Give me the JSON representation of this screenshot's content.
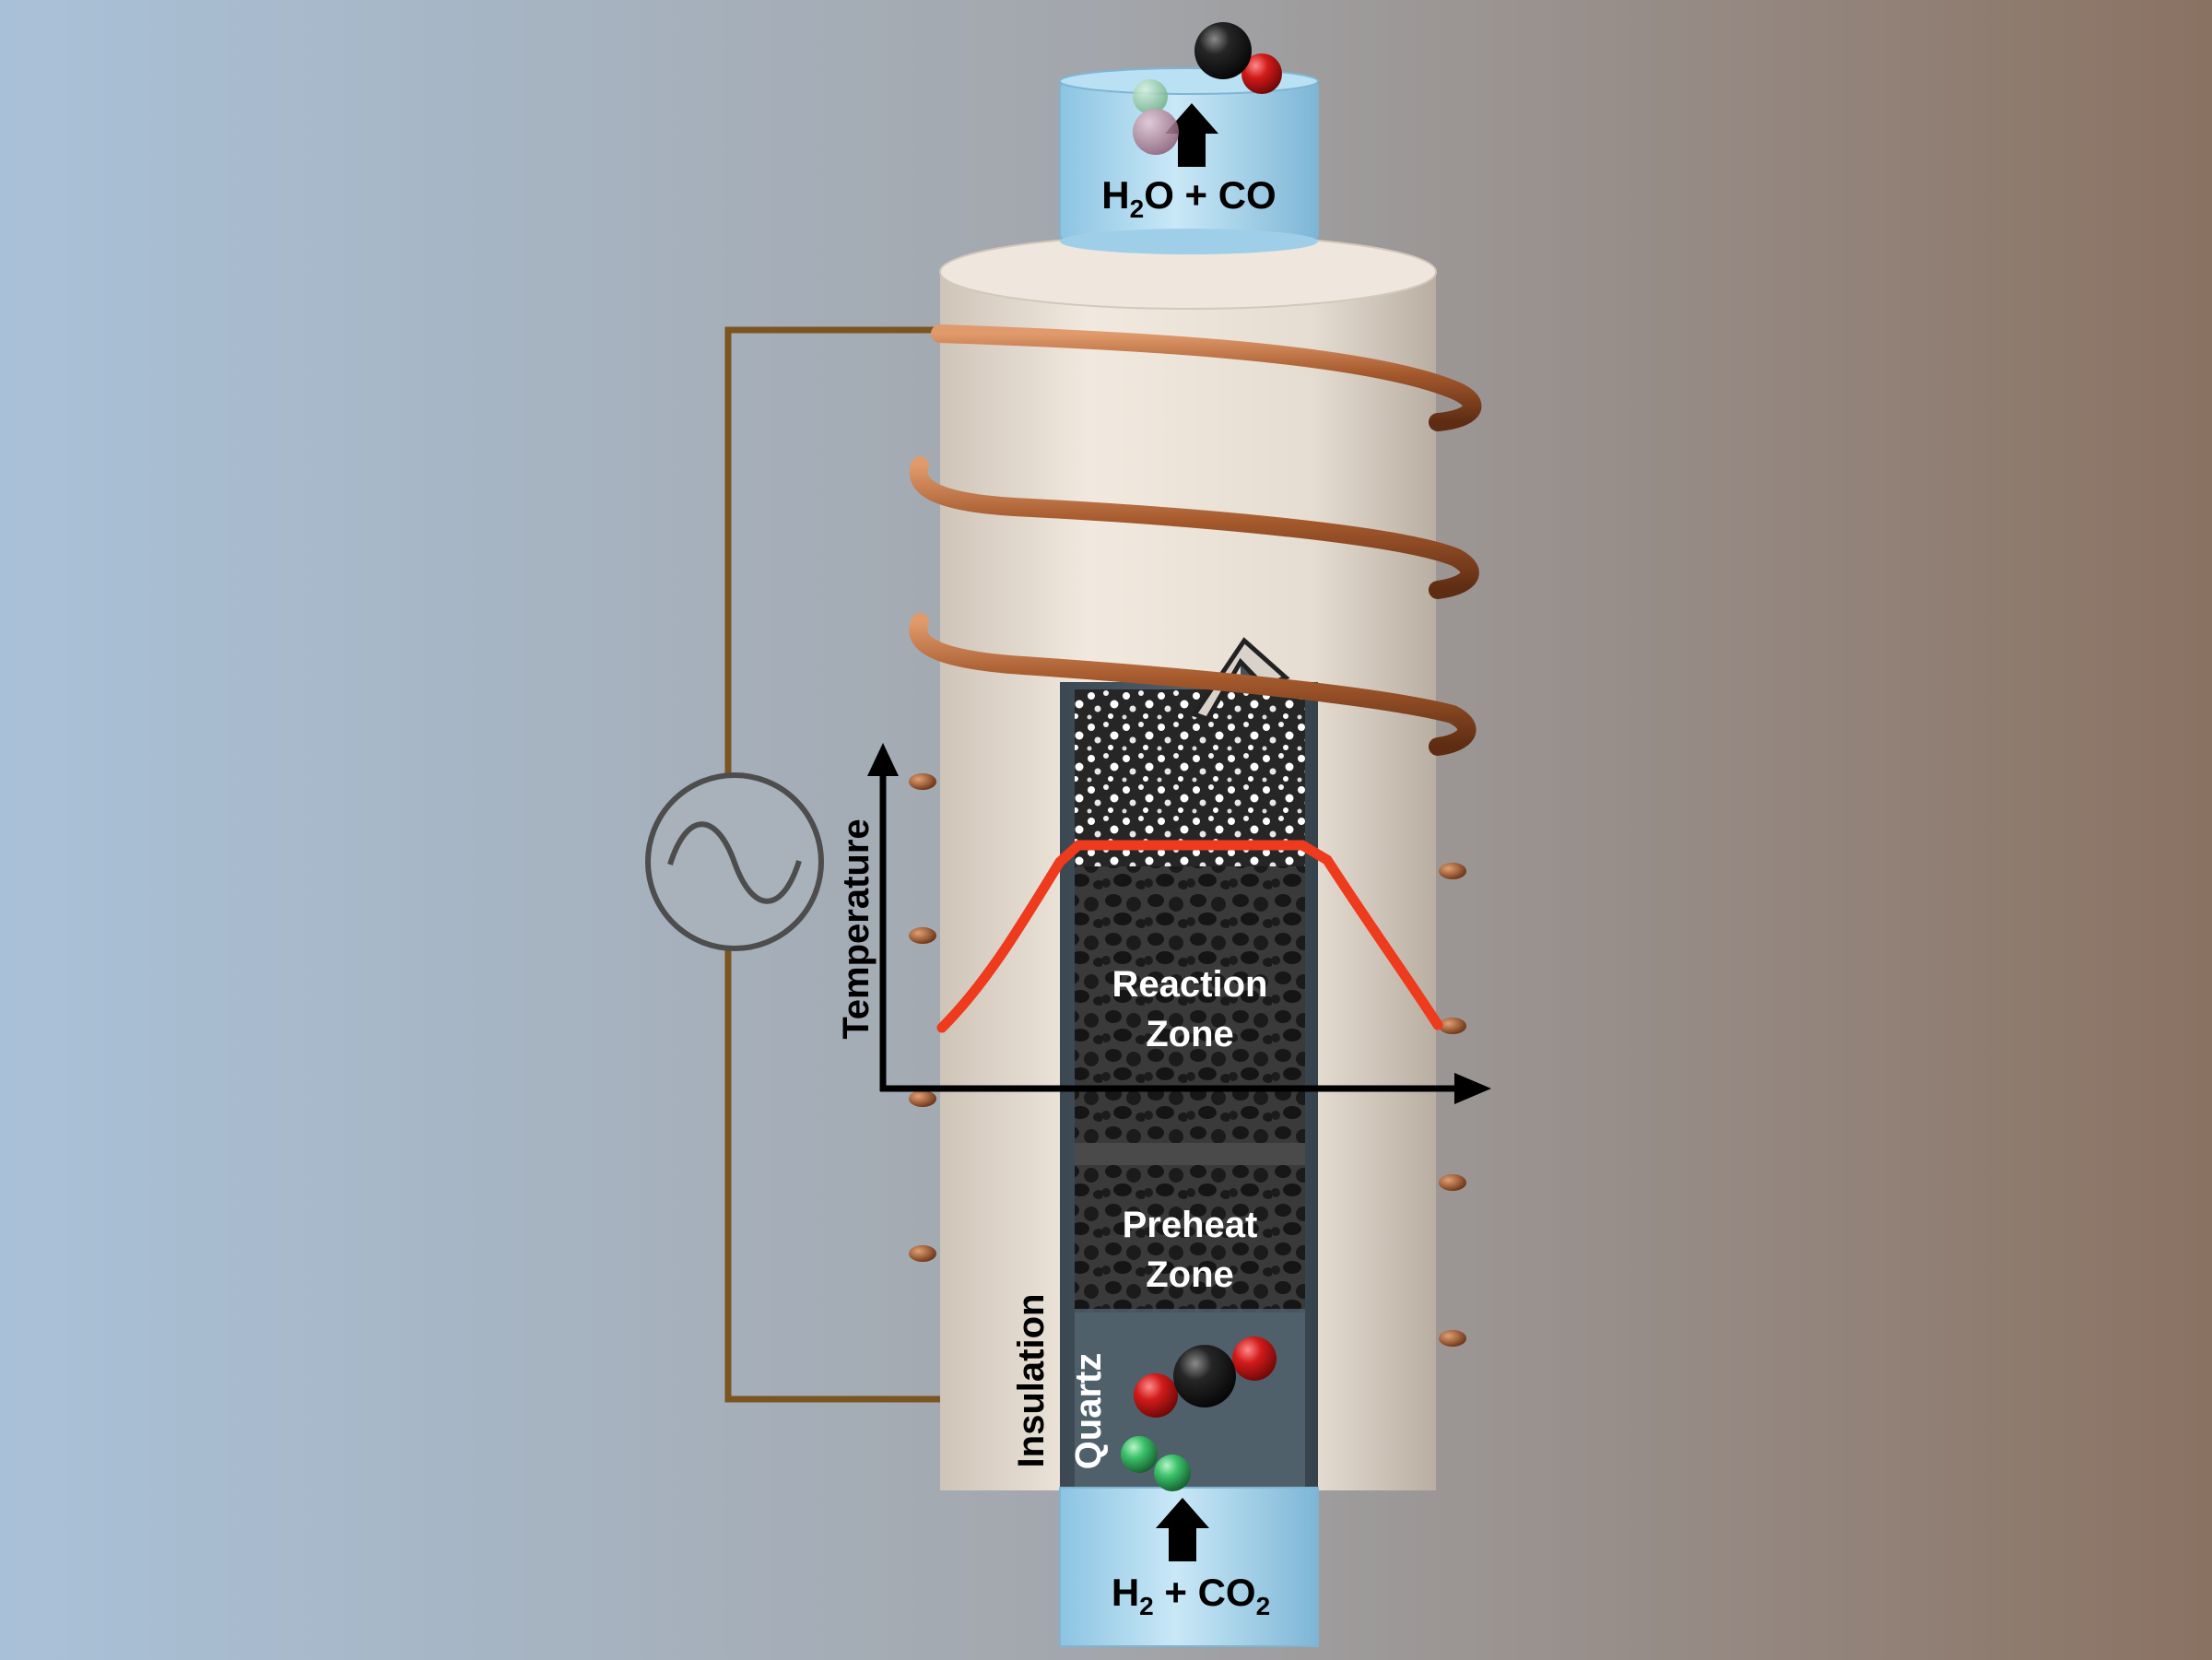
{
  "labels": {
    "outlet_formula": {
      "h": "H",
      "sub2": "2",
      "rest": "O + CO"
    },
    "inlet_formula": {
      "pre": "H",
      "sub1": "2",
      "mid": " + CO",
      "sub2": "2"
    },
    "reaction_zone": [
      "Reaction",
      "Zone"
    ],
    "preheat_zone": [
      "Preheat",
      "Zone"
    ],
    "temperature_axis": "Temperature",
    "insulation": "Insulation",
    "quartz": "Quartz"
  },
  "icons": [
    "ac-source-icon",
    "flow-up-arrow-icon"
  ],
  "colors": {
    "background_left": "#a8c0d6",
    "background_right": "#8c7464",
    "insulation": "#e9e0d6",
    "copper_coil": "#a5592d",
    "wire": "#7a5522",
    "temperature_curve": "#ee3a1d",
    "quartz_glass": "#a6d6ee",
    "catalyst_foam": "#2f2f30",
    "hydrogen_atom": "#3cc16a",
    "oxygen_atom": "#d21b1b",
    "carbon_atom": "#1c1c1c"
  }
}
